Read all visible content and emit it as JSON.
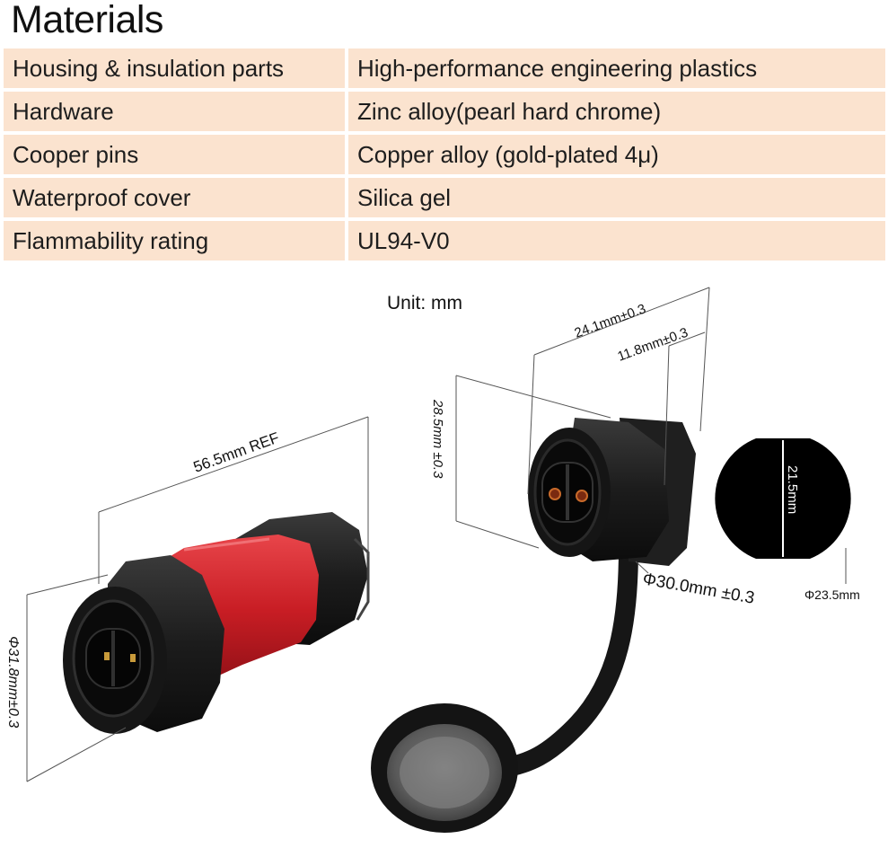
{
  "title": "Materials",
  "materials": [
    {
      "part": "Housing & insulation parts",
      "material": "High-performance engineering plastics"
    },
    {
      "part": "Hardware",
      "material": "Zinc alloy(pearl hard chrome)"
    },
    {
      "part": "Cooper pins",
      "material": "Copper alloy (gold-plated 4μ)"
    },
    {
      "part": "Waterproof cover",
      "material": "Silica gel"
    },
    {
      "part": "Flammability rating",
      "material": "UL94-V0"
    }
  ],
  "unit_label": "Unit: mm",
  "dimensions": {
    "length": "56.5mm REF",
    "plug_diameter": "Φ31.8mm±0.3",
    "socket_width": "24.1mm±0.3",
    "socket_depth": "11.8mm±0.3",
    "socket_height": "28.5mm ±0.3",
    "flange_diameter": "Φ30.0mm ±0.3",
    "panel_cut_flat": "21.5mm",
    "panel_cut_diameter": "Φ23.5mm"
  },
  "colors": {
    "row_background": "#fbe3cf",
    "connector_red": "#d4232a",
    "connector_black": "#1b1b1b"
  }
}
